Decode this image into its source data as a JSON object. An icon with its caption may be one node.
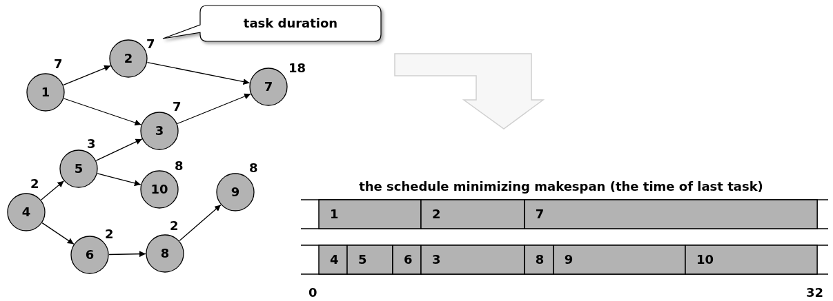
{
  "diagram": {
    "nodes": [
      {
        "text": [
          "1"
        ],
        "beside": [
          "7"
        ]
      },
      {
        "text": [
          "2"
        ],
        "beside": [
          "7"
        ]
      },
      {
        "text": [
          "3"
        ],
        "beside": [
          "7"
        ]
      },
      {
        "text": [
          "4"
        ],
        "beside": [
          "2"
        ]
      },
      {
        "text": [
          "5"
        ],
        "beside": [
          "3"
        ]
      },
      {
        "text": [
          "6"
        ],
        "beside": [
          "2"
        ]
      },
      {
        "text": [
          "7"
        ],
        "beside": [
          "18"
        ]
      },
      {
        "text": [
          "8"
        ],
        "beside": [
          "2"
        ]
      },
      {
        "text": [
          "9"
        ],
        "beside": [
          "8"
        ]
      },
      {
        "text": [
          "10"
        ],
        "beside": [
          "8"
        ]
      },
      {
        "text": [
          "task duration"
        ]
      },
      {
        "text": [
          "1"
        ]
      },
      {
        "text": [
          "2"
        ]
      },
      {
        "text": [
          "7"
        ]
      },
      {
        "text": [
          "4"
        ]
      },
      {
        "text": [
          "5"
        ]
      },
      {
        "text": [
          "6"
        ]
      },
      {
        "text": [
          "3"
        ]
      },
      {
        "text": [
          "8"
        ]
      },
      {
        "text": [
          "9"
        ]
      },
      {
        "text": [
          "10"
        ]
      }
    ],
    "edges": [
      {
        "from": 0,
        "to": 1,
        "arrow": "to"
      },
      {
        "from": 0,
        "to": 2,
        "arrow": "to"
      },
      {
        "from": 1,
        "to": 6,
        "arrow": "to"
      },
      {
        "from": 2,
        "to": 6,
        "arrow": "to"
      },
      {
        "from": 4,
        "to": 2,
        "arrow": "to"
      },
      {
        "from": 4,
        "to": 9,
        "arrow": "to"
      },
      {
        "from": 3,
        "to": 4,
        "arrow": "to"
      },
      {
        "from": 3,
        "to": 5,
        "arrow": "to"
      },
      {
        "from": 5,
        "to": 7,
        "arrow": "to"
      },
      {
        "from": 7,
        "to": 8,
        "arrow": "to"
      }
    ],
    "labels": [
      "the schedule minimizing makespan (the time of last task)",
      "0",
      "32"
    ]
  }
}
